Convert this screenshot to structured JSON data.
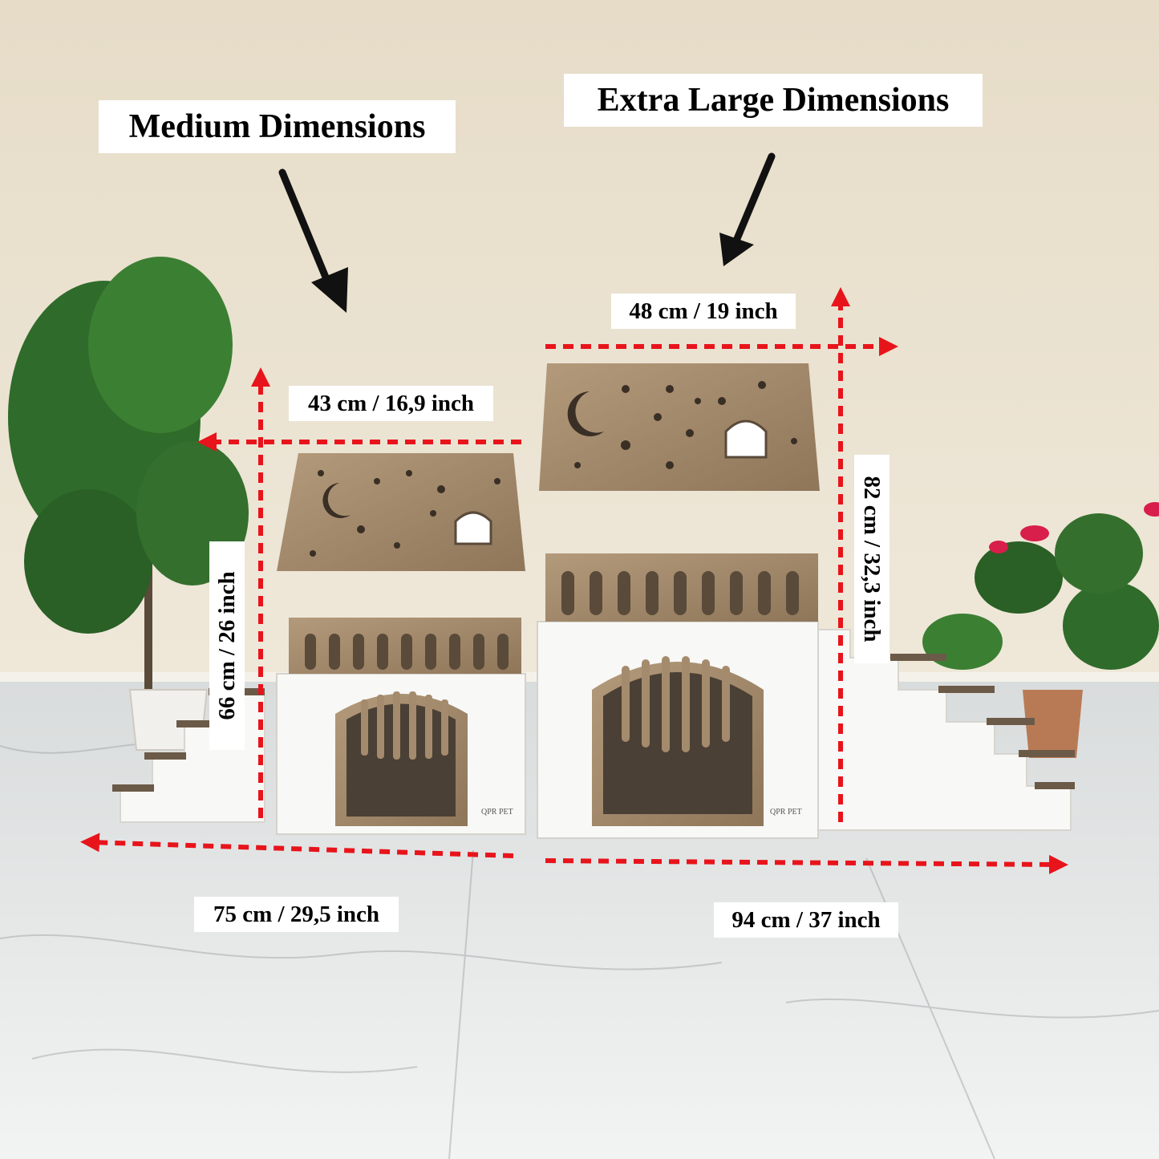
{
  "labels": {
    "medium_title": "Medium Dimensions",
    "xl_title": "Extra Large Dimensions",
    "medium_width": "43 cm / 16,9 inch",
    "medium_height": "66 cm / 26 inch",
    "medium_total_width": "75 cm / 29,5 inch",
    "xl_width": "48 cm / 19 inch",
    "xl_height": "82 cm / 32,3 inch",
    "xl_total_width": "94 cm / 37 inch"
  },
  "branding": {
    "medium_house_brand": "QPR PET",
    "xl_house_brand": "QPR PET"
  },
  "colors": {
    "wall": "#e9e1cf",
    "floor": "#eceeee",
    "wood": "#a58b6d",
    "white_panel": "#f8f8f6",
    "dimension_arrow": "#e8141b",
    "pointer_arrow": "#111111",
    "foliage": "#2f6b2a",
    "flower": "#d81e4a",
    "pot": "#b87a55"
  }
}
